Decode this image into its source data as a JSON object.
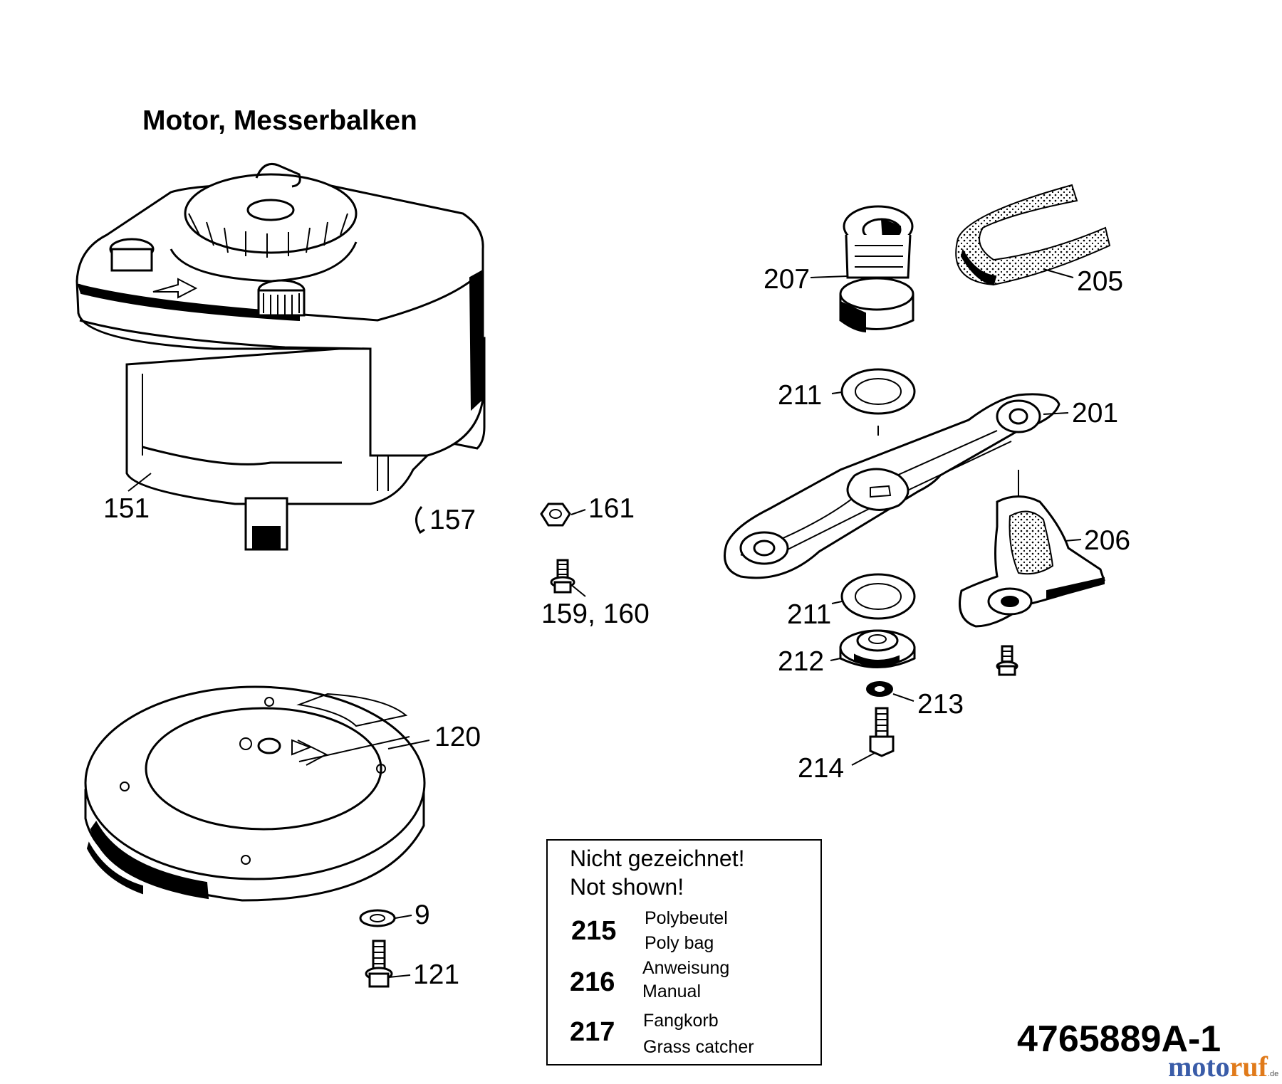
{
  "title": "Motor, Messerbalken",
  "part_labels": {
    "p151": "151",
    "p157": "157",
    "p161": "161",
    "p159_160": "159, 160",
    "p120": "120",
    "p9": "9",
    "p121": "121",
    "p207": "207",
    "p205": "205",
    "p211a": "211",
    "p201": "201",
    "p206": "206",
    "p211b": "211",
    "p212": "212",
    "p213": "213",
    "p214": "214"
  },
  "not_shown_box": {
    "heading_de": "Nicht gezeichnet!",
    "heading_en": "Not shown!",
    "items": [
      {
        "number": "215",
        "de": "Polybeutel",
        "en": "Poly bag"
      },
      {
        "number": "216",
        "de": "Anweisung",
        "en": "Manual"
      },
      {
        "number": "217",
        "de": "Fangkorb",
        "en": "Grass catcher"
      }
    ]
  },
  "drawing_number": "4765889A-1",
  "watermark": {
    "part1": "moto",
    "part2": "ruf",
    "suffix": ".de"
  }
}
